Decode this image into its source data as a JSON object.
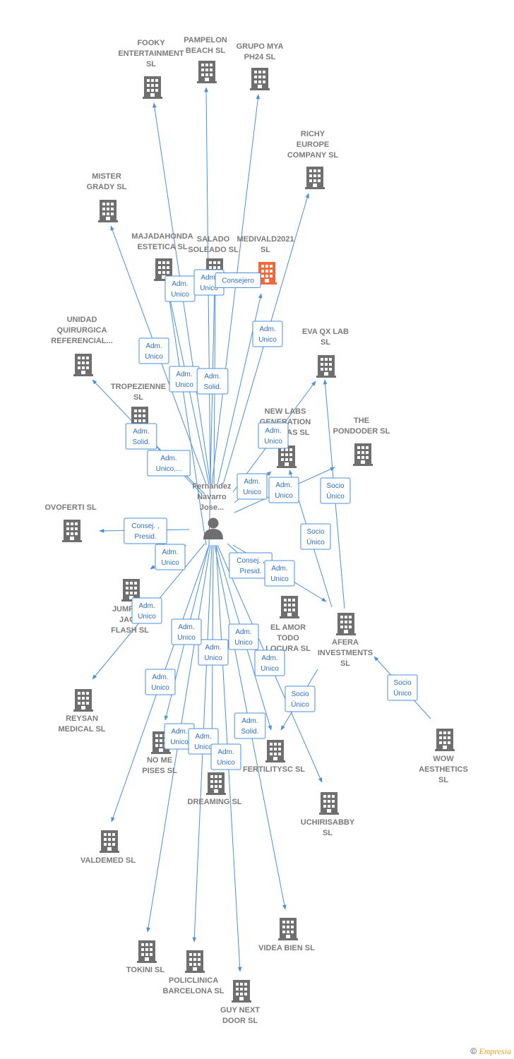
{
  "colors": {
    "edge": "#4a8fdd",
    "building": "#6f6f6f",
    "highlight": "#f2683a",
    "person": "#6f6f6f",
    "label": "#7a7a7a"
  },
  "center": {
    "id": "person",
    "lines": [
      "Fernandez",
      "Navarro",
      "Jose..."
    ],
    "icon": "person-icon"
  },
  "companies": [
    {
      "id": "fooky",
      "lines": [
        "FOOKY",
        "ENTERTAINMENT",
        "SL"
      ]
    },
    {
      "id": "pampelon",
      "lines": [
        "PAMPELON",
        "BEACH  SL"
      ]
    },
    {
      "id": "grupomya",
      "lines": [
        "GRUPO MYA",
        "PH24  SL"
      ]
    },
    {
      "id": "richy",
      "lines": [
        "RICHY",
        "EUROPE",
        "COMPANY  SL"
      ]
    },
    {
      "id": "mister",
      "lines": [
        "MISTER",
        "GRADY SL"
      ]
    },
    {
      "id": "majadahonda",
      "lines": [
        "MAJADAHONDA",
        "ESTETICA  SL"
      ]
    },
    {
      "id": "salado",
      "lines": [
        "SALADO",
        "SOLEADO  SL"
      ]
    },
    {
      "id": "medivald",
      "lines": [
        "MEDIVALD2021",
        "SL"
      ],
      "highlight": true
    },
    {
      "id": "unidad",
      "lines": [
        "UNIDAD",
        "QUIRURGICA",
        "REFERENCIAL..."
      ]
    },
    {
      "id": "evaqx",
      "lines": [
        "EVA QX LAB",
        "SL"
      ]
    },
    {
      "id": "tropezienne",
      "lines": [
        "TROPEZIENNE",
        "SL"
      ]
    },
    {
      "id": "newlabs",
      "lines": [
        "NEW LABS",
        "GENERATION",
        "CLINICAS  SL"
      ]
    },
    {
      "id": "pondoder",
      "lines": [
        "THE",
        "PONDODER SL"
      ]
    },
    {
      "id": "ovoferti",
      "lines": [
        "OVOFERTI  SL"
      ]
    },
    {
      "id": "jumping",
      "lines": [
        "JUMPING",
        "JACK",
        "FLASH  SL"
      ]
    },
    {
      "id": "elamor",
      "lines": [
        "EL AMOR",
        "TODO",
        "LOCURA  SL"
      ]
    },
    {
      "id": "afera",
      "lines": [
        "AFERA",
        "INVESTMENTS",
        "SL"
      ]
    },
    {
      "id": "reysan",
      "lines": [
        "REYSAN",
        "MEDICAL  SL"
      ]
    },
    {
      "id": "nomepises",
      "lines": [
        "NO ME",
        "PISES  SL"
      ]
    },
    {
      "id": "fertilitysc",
      "lines": [
        "FERTILITYSC SL"
      ]
    },
    {
      "id": "wow",
      "lines": [
        "WOW",
        "AESTHETICS",
        "SL"
      ]
    },
    {
      "id": "dreaming",
      "lines": [
        "DREAMING SL"
      ]
    },
    {
      "id": "uchirisabby",
      "lines": [
        "UCHIRISABBY",
        "SL"
      ]
    },
    {
      "id": "valdemed",
      "lines": [
        "VALDEMED  SL"
      ]
    },
    {
      "id": "videabien",
      "lines": [
        "VIDEA BIEN  SL"
      ]
    },
    {
      "id": "tokini",
      "lines": [
        "TOKINI SL"
      ]
    },
    {
      "id": "policlinica",
      "lines": [
        "POLICLINICA",
        "BARCELONA SL"
      ]
    },
    {
      "id": "guynext",
      "lines": [
        "GUY NEXT",
        "DOOR  SL"
      ]
    }
  ],
  "relations": [
    {
      "from": "person",
      "to": "fooky",
      "lines": []
    },
    {
      "from": "person",
      "to": "pampelon",
      "lines": []
    },
    {
      "from": "person",
      "to": "grupomya",
      "lines": []
    },
    {
      "from": "person",
      "to": "richy",
      "lines": [
        "Adm.",
        "Unico"
      ]
    },
    {
      "from": "person",
      "to": "mister",
      "lines": [
        "Adm.",
        "Unico"
      ]
    },
    {
      "from": "person",
      "to": "majadahonda",
      "lines": [
        "Adm.",
        "Unico"
      ]
    },
    {
      "from": "person",
      "to": "salado",
      "lines": [
        "Adm.",
        "Unico"
      ]
    },
    {
      "from": "person",
      "to": "medivald",
      "lines": [
        "Consejero"
      ]
    },
    {
      "from": "person",
      "to": "unidad",
      "lines": [
        "Adm.",
        "Solid."
      ]
    },
    {
      "from": "person",
      "to": "tropezienne",
      "lines": [
        "Adm.",
        "Unico,..."
      ]
    },
    {
      "from": "person",
      "to": "evaqx",
      "lines": [
        "Adm.",
        "Unico"
      ]
    },
    {
      "from": "person",
      "to": "newlabs",
      "lines": [
        "Adm.",
        "Unico"
      ]
    },
    {
      "from": "person",
      "to": "pondoder",
      "lines": [
        "Adm.",
        "Unico"
      ]
    },
    {
      "from": "person",
      "to": "ovoferti",
      "lines": [
        "Consej. ,",
        "Presid."
      ]
    },
    {
      "from": "person",
      "to": "jumping",
      "lines": [
        "Adm.",
        "Unico"
      ]
    },
    {
      "from": "person",
      "to": "elamor",
      "lines": [
        "Consej. ,",
        "Presid."
      ]
    },
    {
      "from": "person",
      "to": "afera",
      "lines": [
        "Adm.",
        "Unico"
      ]
    },
    {
      "from": "person",
      "to": "reysan",
      "lines": [
        "Adm.",
        "Unico"
      ]
    },
    {
      "from": "person",
      "to": "nomepises",
      "lines": [
        "Adm.",
        "Unico"
      ]
    },
    {
      "from": "person",
      "to": "fertilitysc",
      "lines": [
        "Adm.",
        "Solid."
      ]
    },
    {
      "from": "person",
      "to": "dreaming",
      "lines": [
        "Adm.",
        "Unico"
      ]
    },
    {
      "from": "person",
      "to": "uchirisabby",
      "lines": [
        "Adm.",
        "Unico"
      ]
    },
    {
      "from": "person",
      "to": "valdemed",
      "lines": [
        "Adm.",
        "Unico"
      ]
    },
    {
      "from": "person",
      "to": "videabien",
      "lines": [
        "Adm.",
        "Unico"
      ]
    },
    {
      "from": "person",
      "to": "tokini",
      "lines": [
        "Adm.",
        "Unico"
      ]
    },
    {
      "from": "person",
      "to": "policlinica",
      "lines": [
        "Adm.",
        "Unico"
      ]
    },
    {
      "from": "person",
      "to": "guynext",
      "lines": [
        "Adm.",
        "Unico"
      ]
    },
    {
      "from": "person",
      "to": "majadahonda",
      "lines": [
        "Adm.",
        "Unico"
      ]
    },
    {
      "from": "person",
      "to": "salado",
      "lines": [
        "Adm.",
        "Solid."
      ]
    },
    {
      "from": "afera",
      "to": "evaqx",
      "lines": [
        "Socio",
        "Único"
      ]
    },
    {
      "from": "afera",
      "to": "newlabs",
      "lines": [
        "Socio",
        "Único"
      ]
    },
    {
      "from": "afera",
      "to": "fertilitysc",
      "lines": [
        "Socio",
        "Único"
      ]
    },
    {
      "from": "wow",
      "to": "afera",
      "lines": [
        "Socio",
        "Único"
      ]
    }
  ],
  "footer": {
    "copyright": "©",
    "brand": "Empresia"
  }
}
